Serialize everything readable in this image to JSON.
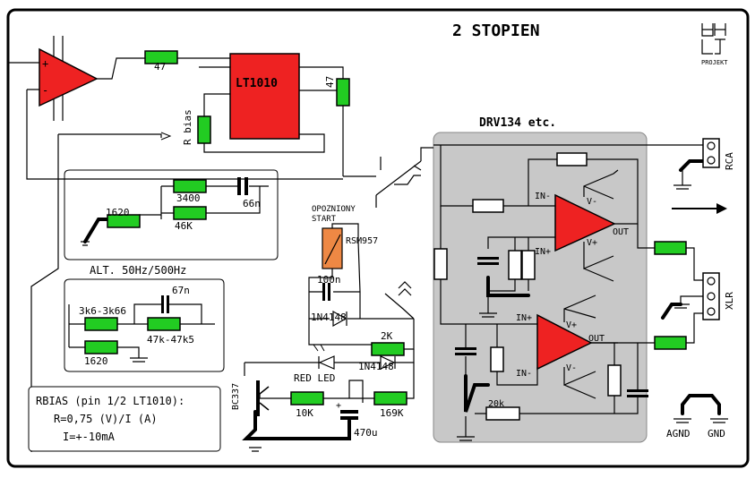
{
  "title": "2 STOPIEN",
  "logo": {
    "text": "PROJEKT"
  },
  "section_drv": "DRV134 etc.",
  "chip": "LT1010",
  "labels": {
    "r47_top": "47",
    "r47_right": "47",
    "rbias": "R bias",
    "r3400": "3400",
    "r1620_top": "1620",
    "r46k": "46K",
    "c66n": "66n",
    "alt": "ALT. 50Hz/500Hz",
    "c67n": "67n",
    "r3k6": "3k6-3k66",
    "r47k": "47k-47k5",
    "r1620_bot": "1620",
    "delayed1": "OPOZNIONY",
    "delayed2": "START",
    "relay": "RSM957",
    "c100n": "100n",
    "d1": "1N4148",
    "r2k": "2K",
    "d2": "1N4148",
    "led": "RED  LED",
    "tr": "BC337",
    "r10k": "10K",
    "r169k": "169K",
    "c470u": "470u",
    "in_minus_1": "IN-",
    "in_plus_1": "IN+",
    "v_minus_1": "V-",
    "v_plus_1": "V+",
    "out_1": "OUT",
    "in_plus_2": "IN+",
    "in_minus_2": "IN-",
    "v_plus_2": "V+",
    "v_minus_2": "V-",
    "out_2": "OUT",
    "r20k": "20k",
    "rca": "RCA",
    "xlr": "XLR",
    "agnd": "AGND",
    "gnd": "GND"
  },
  "note": {
    "line1": "RBIAS (pin 1/2 LT1010):",
    "line2": "R=0,75 (V)/I (A)",
    "line3": "I=+-10mA"
  },
  "colors": {
    "resistor": "#22cc22",
    "amp": "#ee2222",
    "panel": "#c8c8c8"
  }
}
